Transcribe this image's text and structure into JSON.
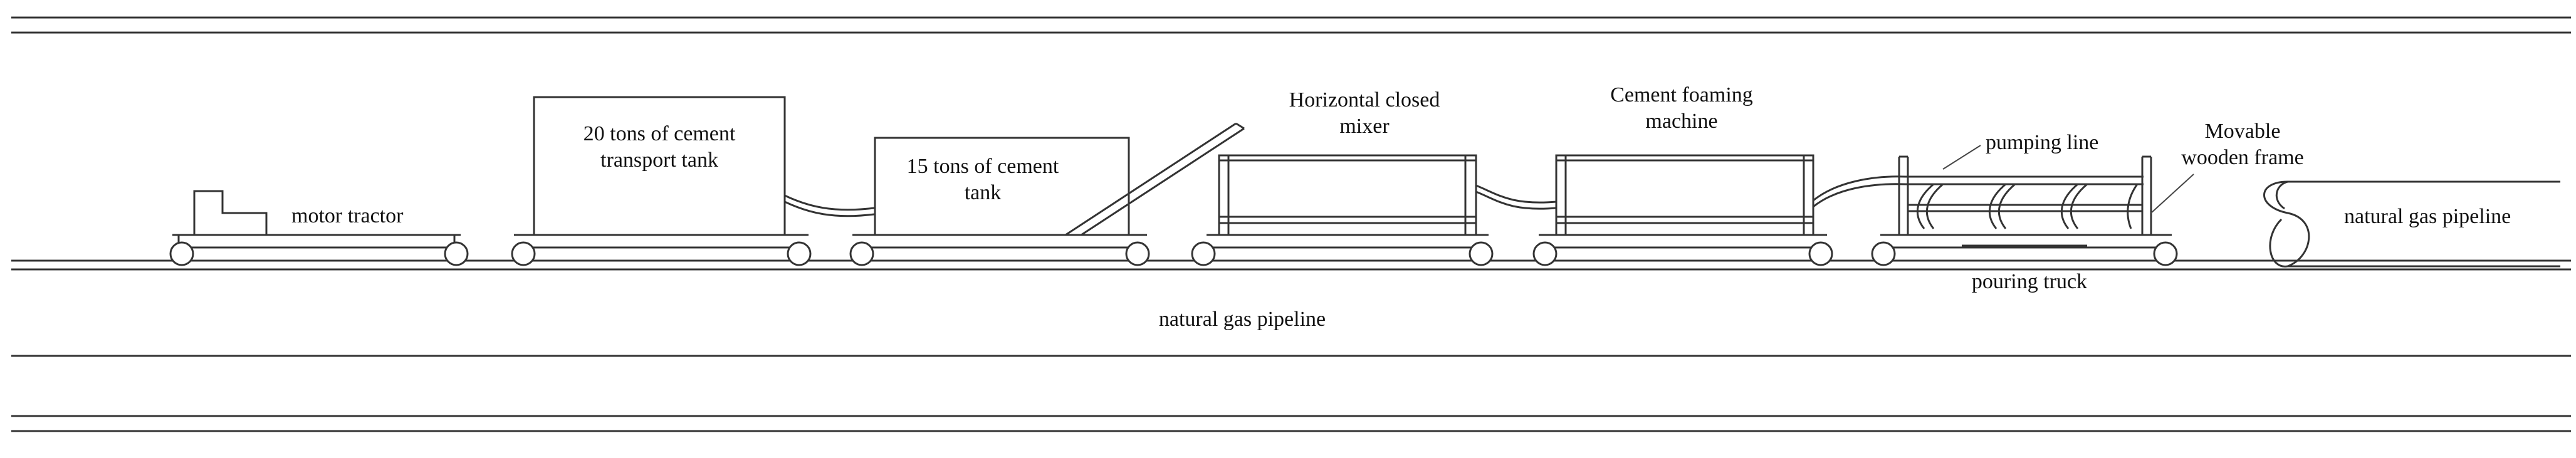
{
  "labels": {
    "motor_tractor": "motor tractor",
    "cement_transport_tank": [
      "20 tons of cement",
      "transport tank"
    ],
    "cement_tank": [
      "15 tons of cement",
      "tank"
    ],
    "horizontal_mixer": [
      "Horizontal closed",
      "mixer"
    ],
    "foaming_machine": [
      "Cement foaming",
      "machine"
    ],
    "pumping_line": "pumping line",
    "wooden_frame": [
      "Movable",
      "wooden frame"
    ],
    "pipeline_right": "natural gas pipeline",
    "pipeline_bottom": "natural gas pipeline",
    "pouring_truck": "pouring truck"
  },
  "colors": {
    "line": "#333333",
    "background": "#ffffff",
    "text": "#111111"
  }
}
